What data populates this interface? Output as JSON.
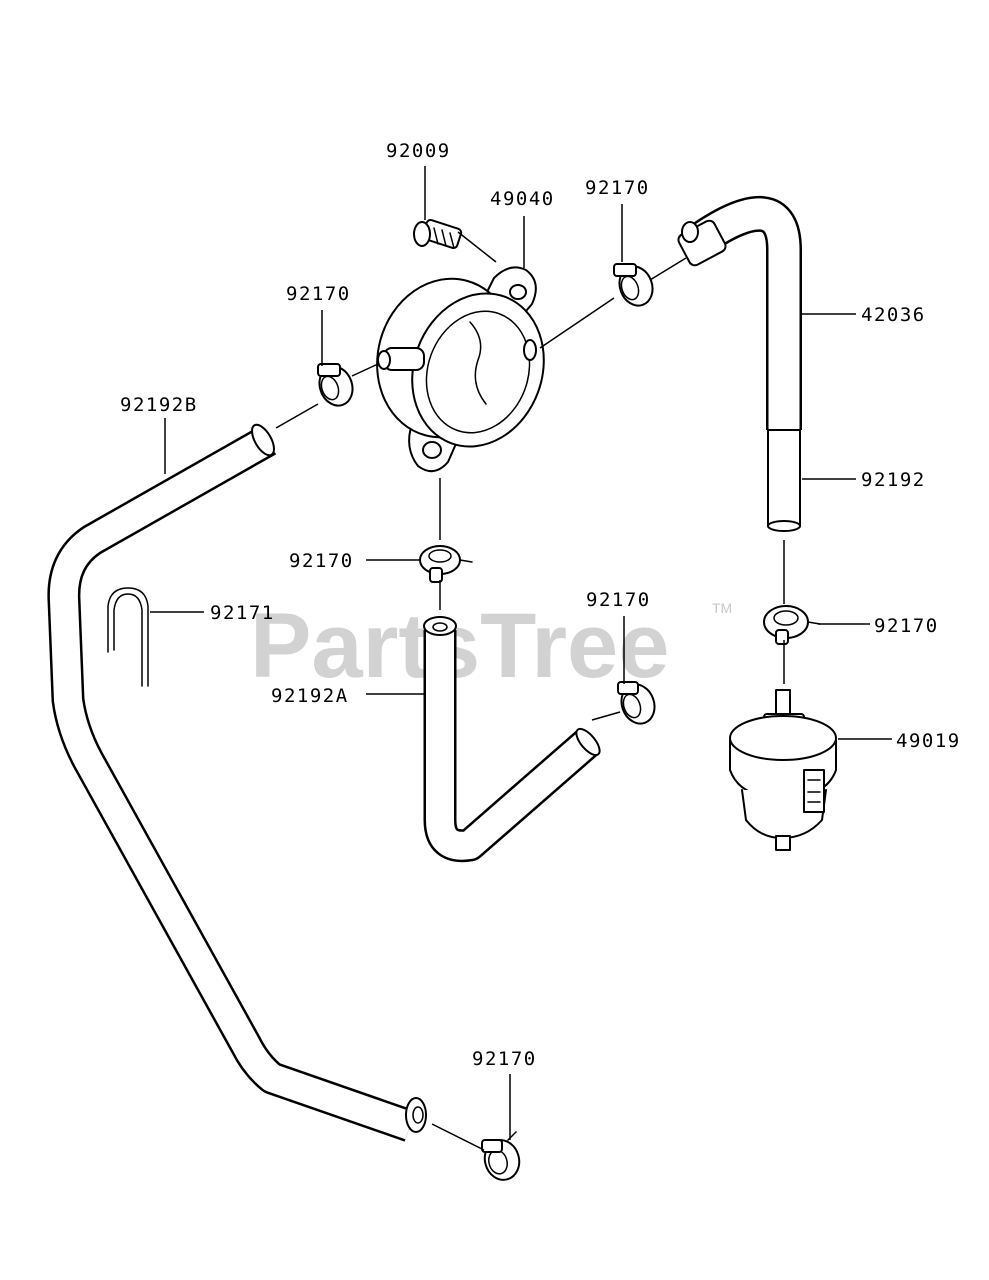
{
  "watermark": {
    "text": "PartsTree",
    "tm": "TM"
  },
  "labels": {
    "l92009": "92009",
    "l49040": "49040",
    "l92170_top": "92170",
    "l92170_left": "92170",
    "l42036": "42036",
    "l92192B": "92192B",
    "l92192": "92192",
    "l92170_mid": "92170",
    "l92171": "92171",
    "l92170_right": "92170",
    "l92170_center": "92170",
    "l92192A": "92192A",
    "l49019": "49019",
    "l92170_bottom": "92170"
  }
}
